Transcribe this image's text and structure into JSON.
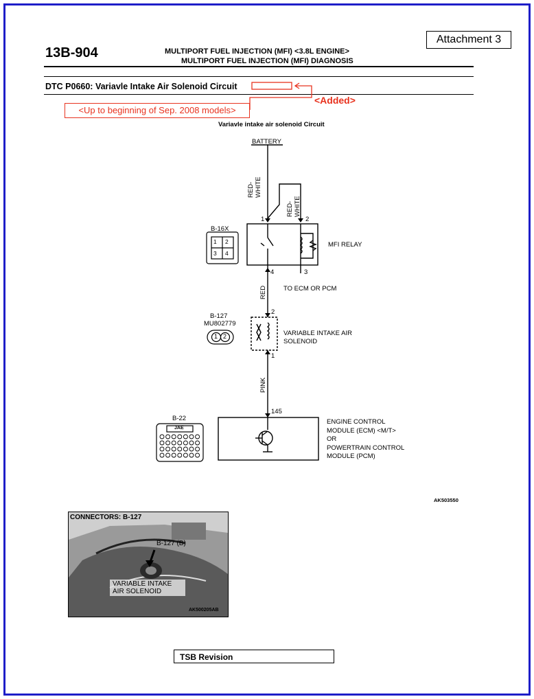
{
  "attachment_label": "Attachment 3",
  "page_number": "13B-904",
  "header": {
    "line1": "MULTIPORT FUEL INJECTION (MFI) <3.8L ENGINE>",
    "line2": "MULTIPORT FUEL INJECTION (MFI) DIAGNOSIS"
  },
  "dtc_title": "DTC P0660: Variavle Intake Air Solenoid Circuit",
  "revision": {
    "added_label": "<Added>",
    "model_note": "<Up to beginning of Sep. 2008 models>",
    "color": "#e8321e"
  },
  "diagram": {
    "title": "Variavle intake air solenoid Circuit",
    "battery": "BATTERY",
    "wire_red_white_1": [
      "RED-",
      "WHITE"
    ],
    "wire_red_white_2": [
      "RED-",
      "WHITE"
    ],
    "wire_red": "RED",
    "wire_pink": "PINK",
    "relay_connector": "B-16X",
    "relay_pins": [
      "1",
      "2",
      "3",
      "4"
    ],
    "relay_label": "MFI RELAY",
    "to_ecm": "TO ECM OR PCM",
    "solenoid_connector": [
      "B-127",
      "MU802779"
    ],
    "solenoid_pins": [
      "1",
      "2"
    ],
    "solenoid_label": [
      "VARIABLE INTAKE AIR",
      "SOLENOID"
    ],
    "ecm_connector": "B-22",
    "ecm_connector_brand": "JAE",
    "ecm_pin": "145",
    "ecm_label": [
      "ENGINE CONTROL",
      "MODULE (ECM) <M/T>",
      "OR",
      "POWERTRAIN CONTROL",
      "MODULE (PCM)"
    ],
    "figure_code": "AK503550"
  },
  "photo": {
    "heading": "CONNECTORS: B-127",
    "callout": "B-127 (B)",
    "part_label": [
      "VARIABLE INTAKE",
      "AIR SOLENOID"
    ],
    "figure_code": "AK500205AB"
  },
  "footer": {
    "tsb": "TSB Revision"
  },
  "colors": {
    "frame": "#1e1ec8",
    "annotation": "#e8321e"
  }
}
